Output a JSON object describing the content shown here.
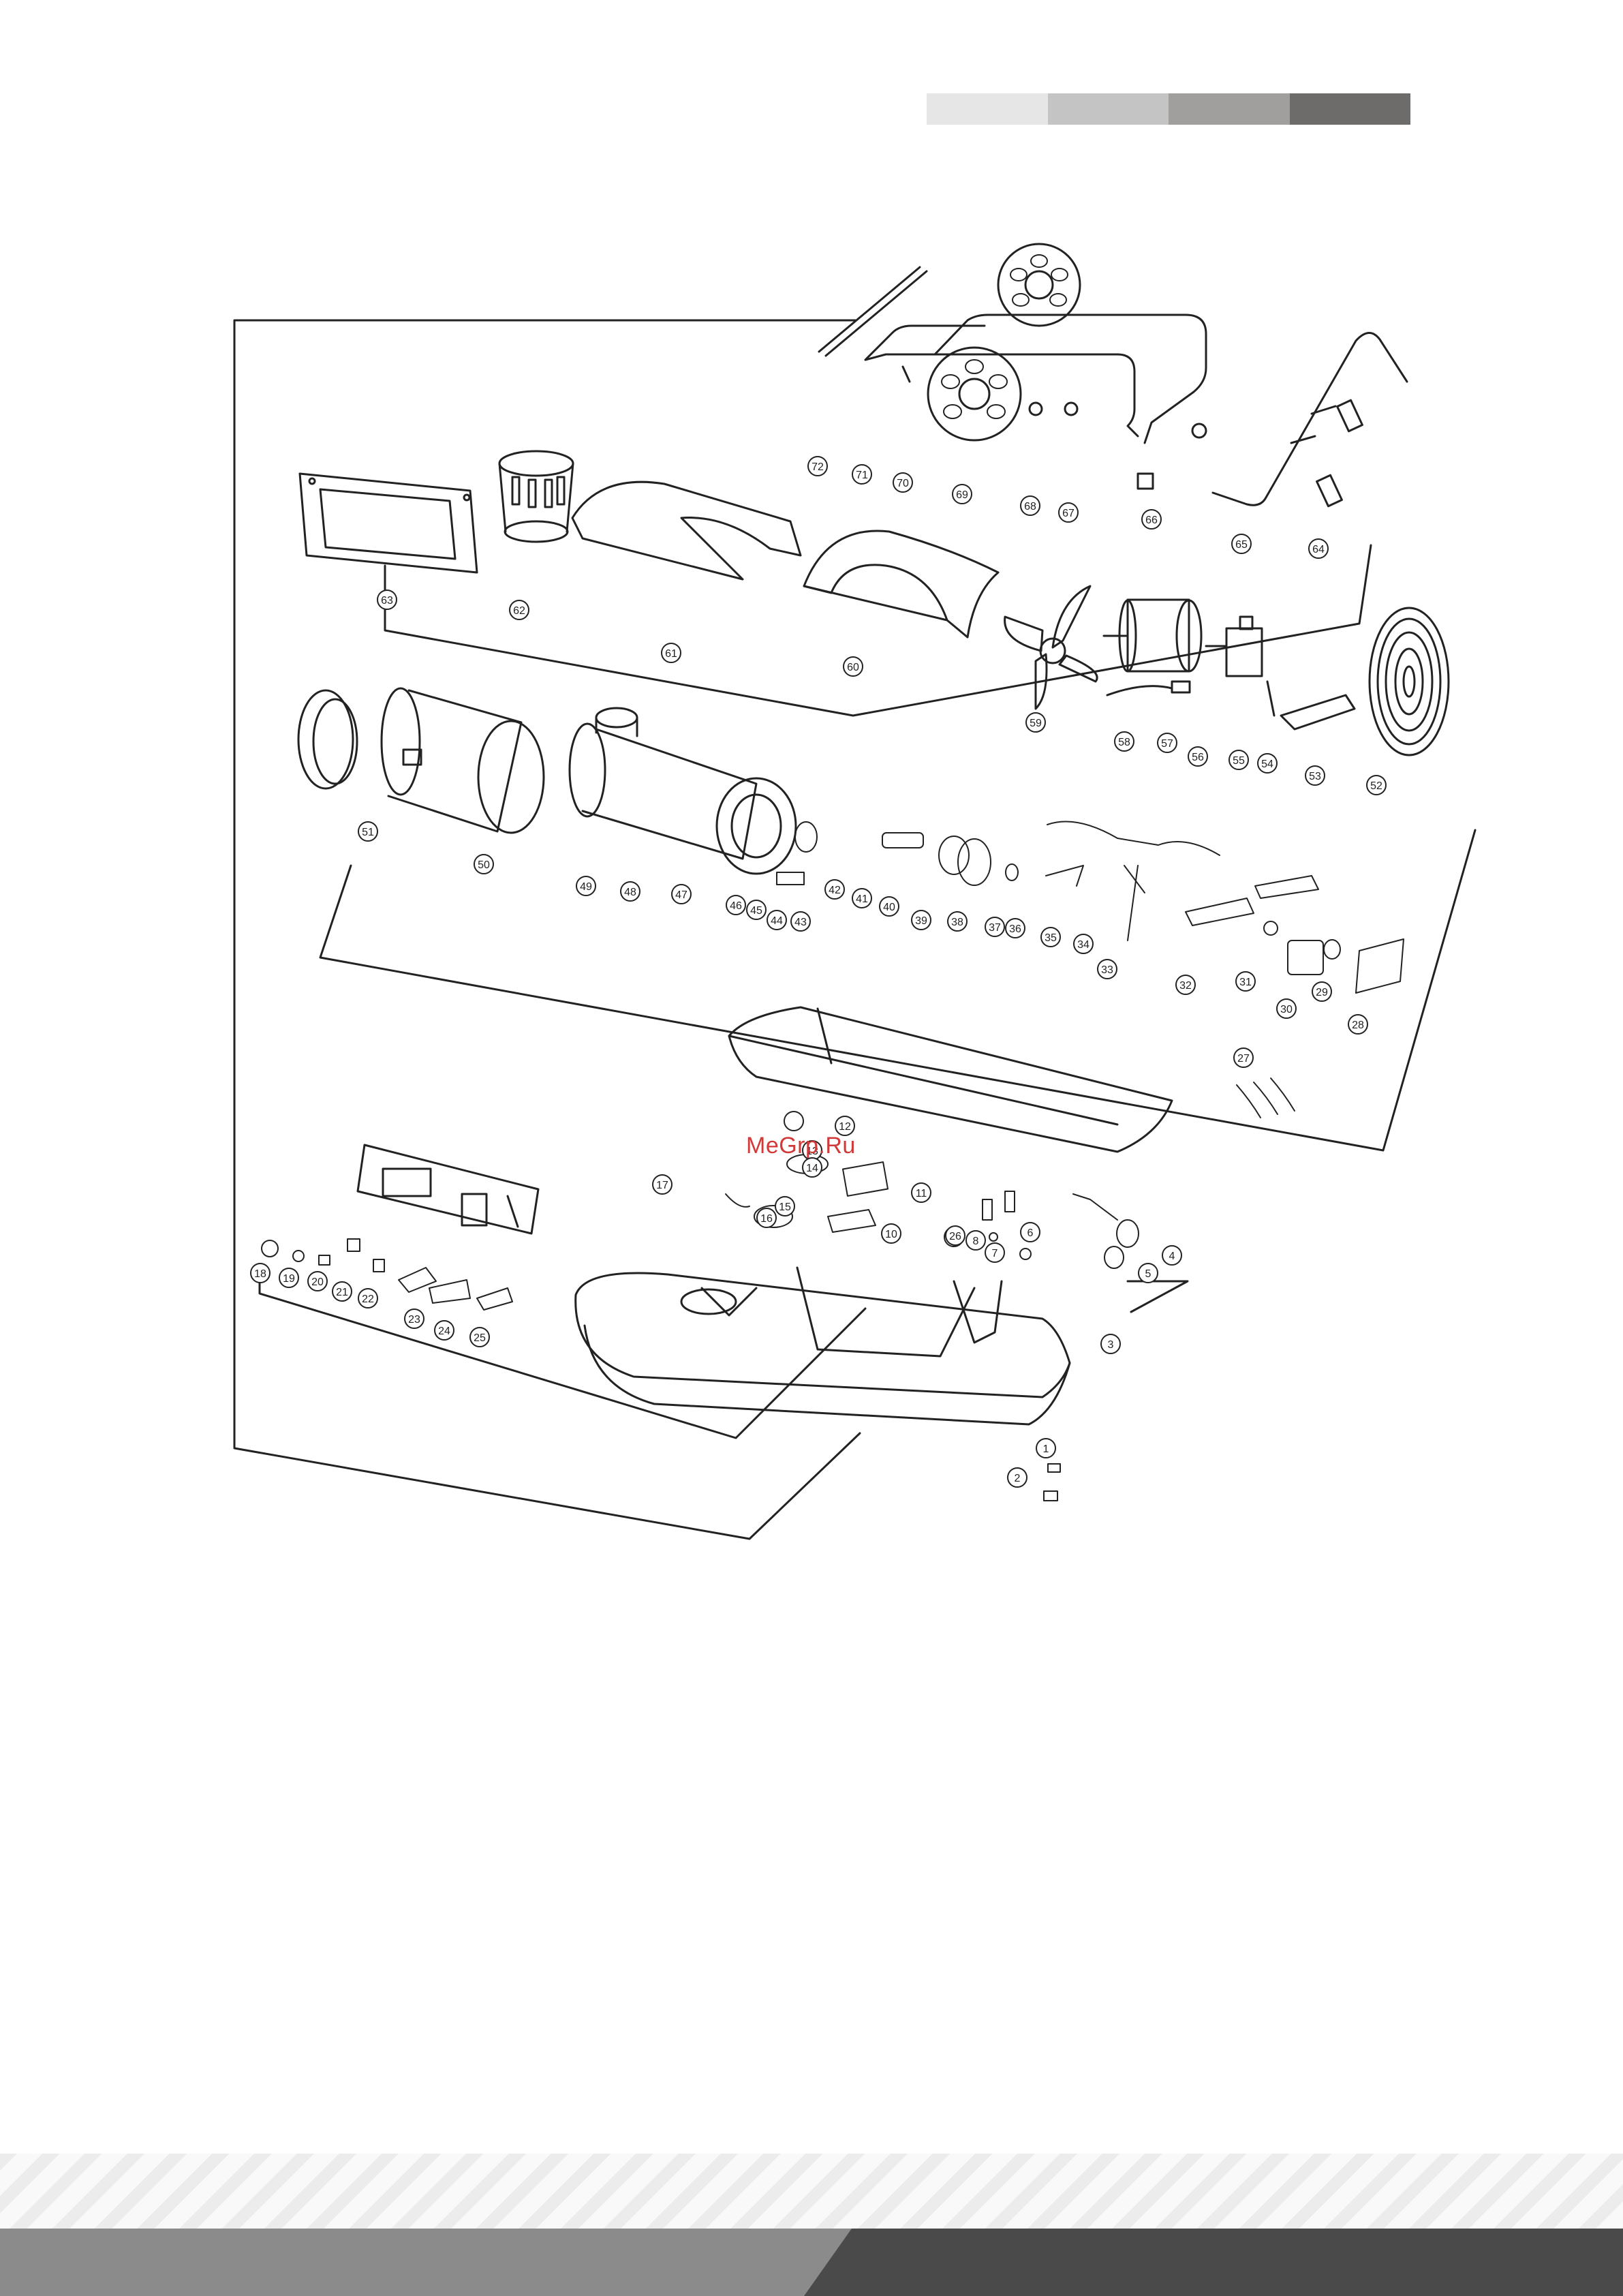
{
  "header": {
    "color_bar": [
      "#e6e6e6",
      "#c4c4c4",
      "#a19e9e",
      "#6e6b6b"
    ]
  },
  "watermark": {
    "text": "MeGrp.Ru"
  },
  "diagram": {
    "line_color": "#222222",
    "callout_numbers": [
      "1",
      "2",
      "3",
      "4",
      "5",
      "6",
      "7",
      "8",
      "9",
      "10",
      "11",
      "12",
      "13",
      "14",
      "15",
      "16",
      "17",
      "18",
      "19",
      "20",
      "21",
      "22",
      "23",
      "24",
      "25",
      "26",
      "27",
      "28",
      "29",
      "30",
      "31",
      "32",
      "33",
      "34",
      "35",
      "36",
      "37",
      "38",
      "39",
      "40",
      "41",
      "42",
      "43",
      "44",
      "45",
      "46",
      "47",
      "48",
      "49",
      "50",
      "51",
      "52",
      "53",
      "54",
      "55",
      "56",
      "57",
      "58",
      "59",
      "60",
      "61",
      "62",
      "63",
      "64",
      "65",
      "66",
      "67",
      "68",
      "69",
      "70",
      "71",
      "72"
    ]
  },
  "footer": {
    "stripe_color": "#ececec",
    "band_light": "#8b8b8b",
    "band_dark": "#4a4a4a"
  }
}
